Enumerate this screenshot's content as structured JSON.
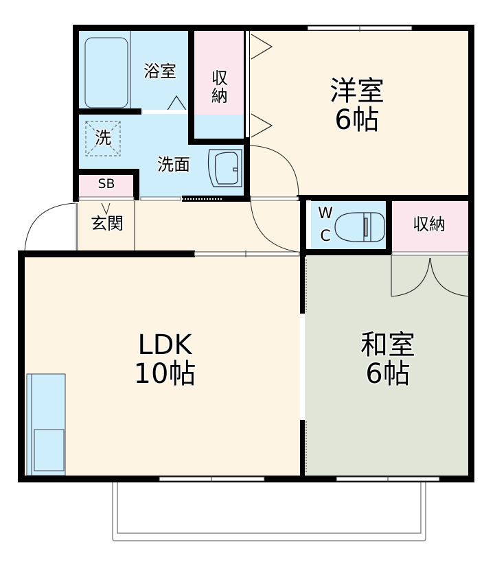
{
  "plan": {
    "title": "Apartment floor plan (2LDK)",
    "colors": {
      "wall": "#000000",
      "living_floor": "#fdf4e3",
      "wet_area": "#cfeefb",
      "storage": "#fbe6ee",
      "tatami": "#e0e5d8",
      "window": "#ffffff"
    },
    "rooms": {
      "western": {
        "name": "洋室",
        "size": "6帖"
      },
      "ldk": {
        "name": "LDK",
        "size": "10帖"
      },
      "japanese": {
        "name": "和室",
        "size": "6帖"
      },
      "bath": {
        "name": "浴室"
      },
      "washroom": {
        "name": "洗面"
      },
      "laundry": {
        "name": "洗"
      },
      "storage_top": {
        "name": "収納"
      },
      "shoe_box": {
        "name": "SB"
      },
      "entrance": {
        "name": "玄関"
      },
      "wc_w": "W",
      "wc_c": "C",
      "storage_right": {
        "name": "収納"
      }
    },
    "balcony": {
      "label": ""
    }
  }
}
